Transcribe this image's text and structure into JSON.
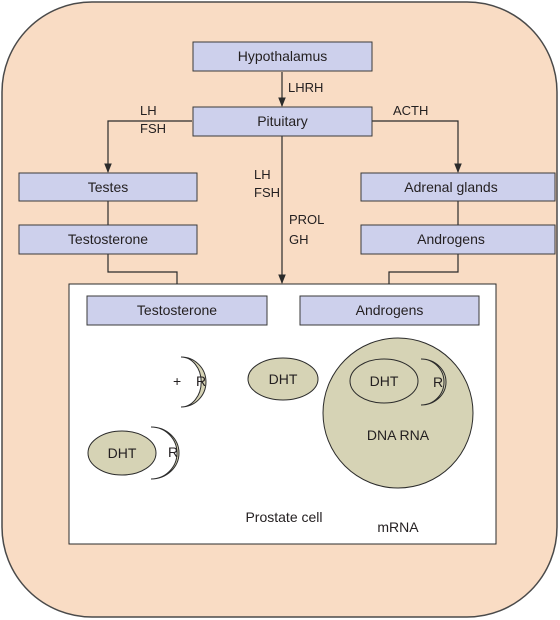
{
  "colors": {
    "background": "#f9dcc4",
    "background_stroke": "#4a4a4a",
    "box_fill": "#cdd0ec",
    "box_stroke": "#3a3a3a",
    "cell_fill": "#ffffff",
    "organelle_fill": "#d6d3b5",
    "line": "#2b2b2b"
  },
  "nodes": {
    "hypothalamus": "Hypothalamus",
    "pituitary": "Pituitary",
    "testes": "Testes",
    "adrenal_glands": "Adrenal glands",
    "testosterone_left": "Testosterone",
    "androgens_right": "Androgens",
    "testosterone_cell": "Testosterone",
    "androgens_cell": "Androgens"
  },
  "edge_labels": {
    "lhrh": "LHRH",
    "lh_left": "LH",
    "fsh_left": "FSH",
    "acth": "ACTH",
    "lh_mid": "LH",
    "fsh_mid": "FSH",
    "prol": "PROL",
    "gh": "GH"
  },
  "cell": {
    "plus": "+",
    "receptor_free": "R",
    "dht_free": "DHT",
    "dht_bound": "DHT",
    "receptor_bound": "R",
    "dht_nucleus": "DHT",
    "receptor_nucleus": "R",
    "nucleus_label": "DNA RNA",
    "caption": "Prostate cell",
    "mrna": "mRNA"
  }
}
